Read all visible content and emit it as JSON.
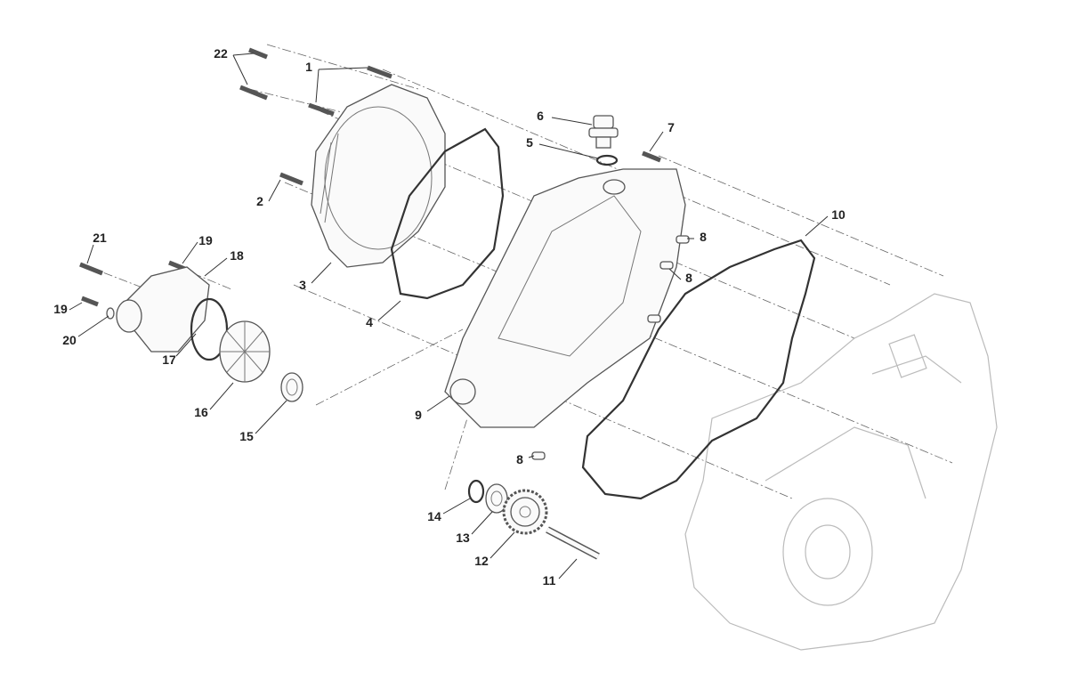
{
  "diagram": {
    "type": "exploded-parts-view",
    "callouts": [
      "22",
      "1",
      "6",
      "7",
      "5",
      "2",
      "10",
      "21",
      "19",
      "18",
      "8",
      "8",
      "3",
      "4",
      "19",
      "20",
      "17",
      "16",
      "9",
      "15",
      "8",
      "14",
      "13",
      "12",
      "11"
    ]
  }
}
